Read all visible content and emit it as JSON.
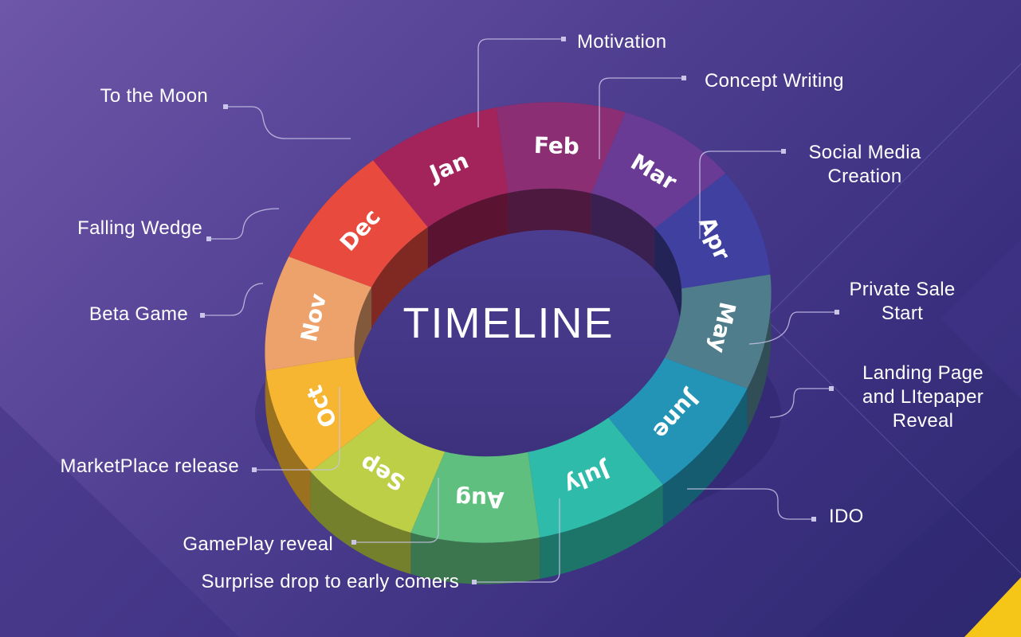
{
  "title": "TIMELINE",
  "months": [
    {
      "label": "Jan",
      "color": "#a3245a",
      "note": [
        "Motivation"
      ]
    },
    {
      "label": "Feb",
      "color": "#8c2e73",
      "note": [
        "Concept Writing"
      ]
    },
    {
      "label": "Mar",
      "color": "#6a3b94",
      "note": [
        "Social Media",
        "Creation"
      ]
    },
    {
      "label": "Apr",
      "color": "#3f40a0",
      "note": [
        "Private Sale",
        "Start"
      ]
    },
    {
      "label": "May",
      "color": "#4f7d8c",
      "note": [
        "Landing Page",
        "and  LItepaper",
        "Reveal"
      ]
    },
    {
      "label": "June",
      "color": "#2394b6",
      "note": [
        "IDO"
      ]
    },
    {
      "label": "July",
      "color": "#2fbba9",
      "note": [
        "Surprise drop to early comers"
      ]
    },
    {
      "label": "Aug",
      "color": "#5fbf7e",
      "note": [
        "GamePlay reveal"
      ]
    },
    {
      "label": "Sep",
      "color": "#bccf47",
      "note": [
        "MarketPlace release"
      ]
    },
    {
      "label": "Oct",
      "color": "#f6b632",
      "note": [
        "Beta Game"
      ]
    },
    {
      "label": "Nov",
      "color": "#eda26c",
      "note": [
        "Falling Wedge"
      ]
    },
    {
      "label": "Dec",
      "color": "#e84b3e",
      "note": [
        "To the Moon"
      ]
    }
  ]
}
